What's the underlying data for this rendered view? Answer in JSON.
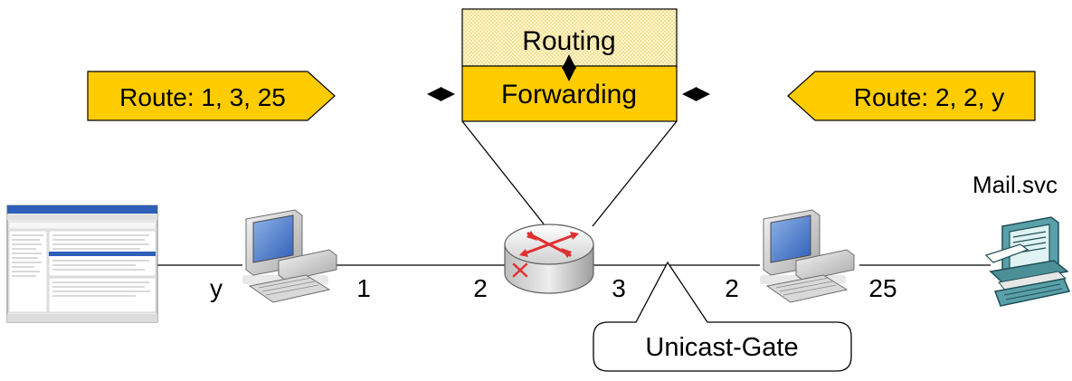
{
  "router_box": {
    "top_label": "Routing",
    "bottom_label": "Forwarding"
  },
  "left_flag": {
    "label": "Route: 1, 3, 25"
  },
  "right_flag": {
    "label": "Route: 2, 2, y"
  },
  "service_label": "Mail.svc",
  "callout_label": "Unicast-Gate",
  "port_labels": {
    "y": "y",
    "p1": "1",
    "p2_router": "2",
    "p3": "3",
    "p2_host": "2",
    "p25": "25"
  },
  "colors": {
    "flag_fill": "#ffcc00",
    "routing_fill": "#fff2b2",
    "forwarding_fill": "#ffcc00",
    "stroke": "#000000"
  }
}
